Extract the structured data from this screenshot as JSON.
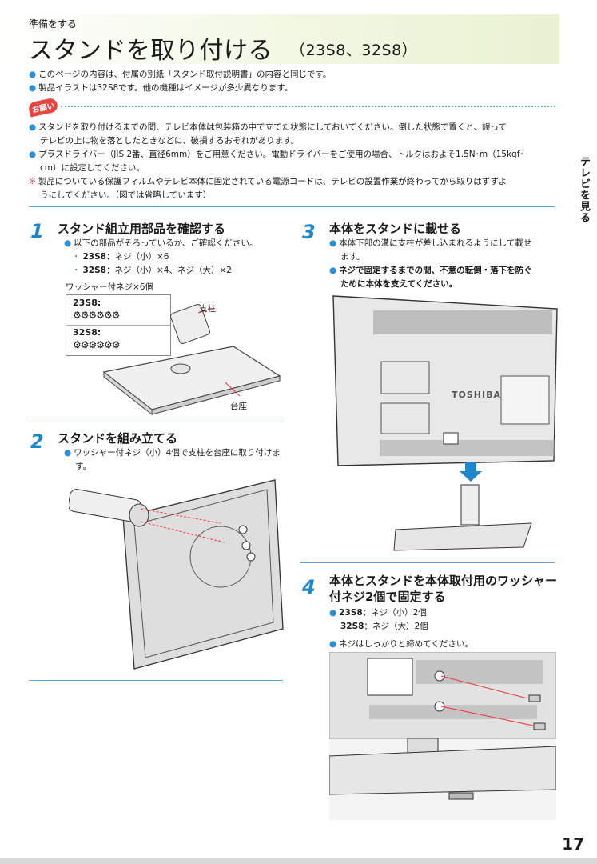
{
  "header": {
    "section": "準備をする",
    "title": "スタンドを取り付ける",
    "models": "（23S8、32S8）"
  },
  "intro": [
    "このページの内容は、付属の別紙「スタンド取付説明書」の内容と同じです。",
    "製品イラストは32S8です。他の機種はイメージが多少異なります。"
  ],
  "caution": {
    "badge": "お願い",
    "items": [
      {
        "mark": "●",
        "line1": "スタンドを取り付けるまでの間、テレビ本体は包装箱の中で立てた状態にしておいてください。倒した状態で置くと、誤って",
        "line2": "テレビの上に物を落としたときなどに、破損するおそれがあります。"
      },
      {
        "mark": "●",
        "line1": "プラスドライバー（JIS 2番、直径6mm）をご用意ください。電動ドライバーをご使用の場合、トルクはおよそ1.5N･m（15kgf･",
        "line2": "cm）に設定してください。"
      },
      {
        "mark": "※",
        "line1": "製品についている保護フィルムやテレビ本体に固定されている電源コードは、テレビの設置作業が終わってから取りはずすよ",
        "line2": "うにしてください。（図では省略しています）"
      }
    ]
  },
  "sidebar_label": "テレビを見る",
  "steps": {
    "s1": {
      "num": "1",
      "title": "スタンド組立用部品を確認する",
      "body": "以下の部品がそろっているか、ご確認ください。",
      "model_a": "23S8",
      "model_a_parts": "：ネジ（小）×6",
      "model_b": "32S8",
      "model_b_parts": "：ネジ（小）×4、ネジ（大）×2",
      "washer_caption": "ワッシャー付ネジ×6個",
      "box_a": "23S8:",
      "box_b": "32S8:",
      "screws_a": "⚙⚙⚙⚙⚙⚙",
      "screws_b": "⚙⚙⚙⚙⚙⚙",
      "label_pillar": "支柱",
      "label_base": "台座"
    },
    "s2": {
      "num": "2",
      "title": "スタンドを組み立てる",
      "body_line1": "ワッシャー付ネジ（小）4個で支柱を台座に取り付けま",
      "body_line2": "す。"
    },
    "s3": {
      "num": "3",
      "title": "本体をスタンドに載せる",
      "body1_line1": "本体下部の溝に支柱が差し込まれるようにして載せ",
      "body1_line2": "ます。",
      "body2_line1": "ネジで固定するまでの間、不意の転倒・落下を防ぐ",
      "body2_line2": "ために本体を支えてください。",
      "brand": "TOSHIBA"
    },
    "s4": {
      "num": "4",
      "title_line1": "本体とスタンドを本体取付用のワッシャー",
      "title_line2": "付ネジ2個で固定する",
      "model_a": "23S8",
      "model_a_parts": "：ネジ（小）2個",
      "model_b": "32S8",
      "model_b_parts": "：ネジ（大）2個",
      "note": "ネジはしっかりと締めてください。"
    }
  },
  "page_number": "17",
  "colors": {
    "accent": "#1f86cc",
    "rule": "#5aa6d8",
    "badge": "#e5463f"
  }
}
